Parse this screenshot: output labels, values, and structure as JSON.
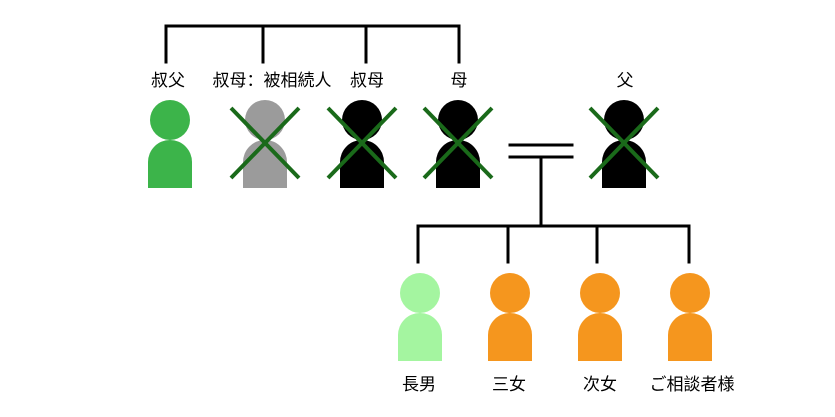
{
  "colors": {
    "line": "#000000",
    "cross": "#1a6a1a",
    "green": "#3cb44a",
    "gray": "#9b9b9b",
    "black": "#000000",
    "light_green": "#a4f5a0",
    "orange": "#f5961e"
  },
  "people": {
    "uncle": {
      "label": "叔父",
      "color": "green",
      "deceased": false
    },
    "aunt_deceased_heir": {
      "label": "叔母：被相続人",
      "color": "gray",
      "deceased": true
    },
    "aunt": {
      "label": "叔母",
      "color": "black",
      "deceased": true
    },
    "mother": {
      "label": "母",
      "color": "black",
      "deceased": true
    },
    "father": {
      "label": "父",
      "color": "black",
      "deceased": true
    },
    "eldest_son": {
      "label": "長男",
      "color": "light_green",
      "deceased": false
    },
    "third_daughter": {
      "label": "三女",
      "color": "orange",
      "deceased": false
    },
    "second_daughter": {
      "label": "次女",
      "color": "orange",
      "deceased": false
    },
    "consultant": {
      "label": "ご相談者様",
      "color": "orange",
      "deceased": false
    }
  }
}
